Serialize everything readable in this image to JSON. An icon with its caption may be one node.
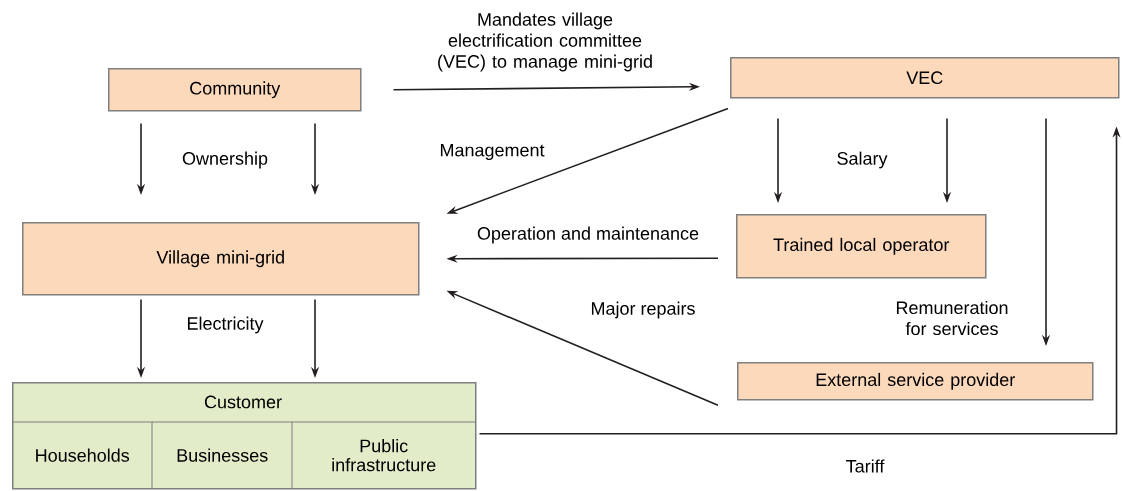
{
  "diagram": {
    "nodes": [
      {
        "text": [
          "Community"
        ]
      },
      {
        "text": [
          "VEC"
        ]
      },
      {
        "text": [
          "Village mini-grid"
        ]
      },
      {
        "text": [
          "Trained local operator"
        ]
      },
      {
        "text": [
          "External service provider"
        ]
      },
      {
        "text": [
          "Customer"
        ]
      },
      {
        "text": [
          "Households"
        ],
        "in": 5
      },
      {
        "text": [
          "Businesses"
        ],
        "in": 5
      },
      {
        "text": [
          "Public infrastructure"
        ],
        "in": 5
      }
    ],
    "edges": [
      {
        "from": 0,
        "to": 1,
        "arrow": "to",
        "label": "Mandates village electrification committee (VEC) to manage mini-grid"
      },
      {
        "from": 0,
        "to": 2,
        "arrow": "to",
        "label": "Ownership"
      },
      {
        "from": 0,
        "to": 2,
        "arrow": "to"
      },
      {
        "from": 1,
        "to": 2,
        "arrow": "to",
        "label": "Management"
      },
      {
        "from": 1,
        "to": 3,
        "arrow": "to",
        "label": "Salary"
      },
      {
        "from": 1,
        "to": 3,
        "arrow": "to"
      },
      {
        "from": 3,
        "to": 2,
        "arrow": "to",
        "label": "Operation and maintenance"
      },
      {
        "from": 1,
        "to": 4,
        "arrow": "to",
        "label": "Remuneration for services"
      },
      {
        "from": 4,
        "to": 2,
        "arrow": "to",
        "label": "Major repairs"
      },
      {
        "from": 2,
        "to": 5,
        "arrow": "to",
        "label": "Electricity"
      },
      {
        "from": 2,
        "to": 5,
        "arrow": "to"
      },
      {
        "from": 5,
        "to": 1,
        "arrow": "to",
        "label": "Tariff"
      }
    ]
  }
}
